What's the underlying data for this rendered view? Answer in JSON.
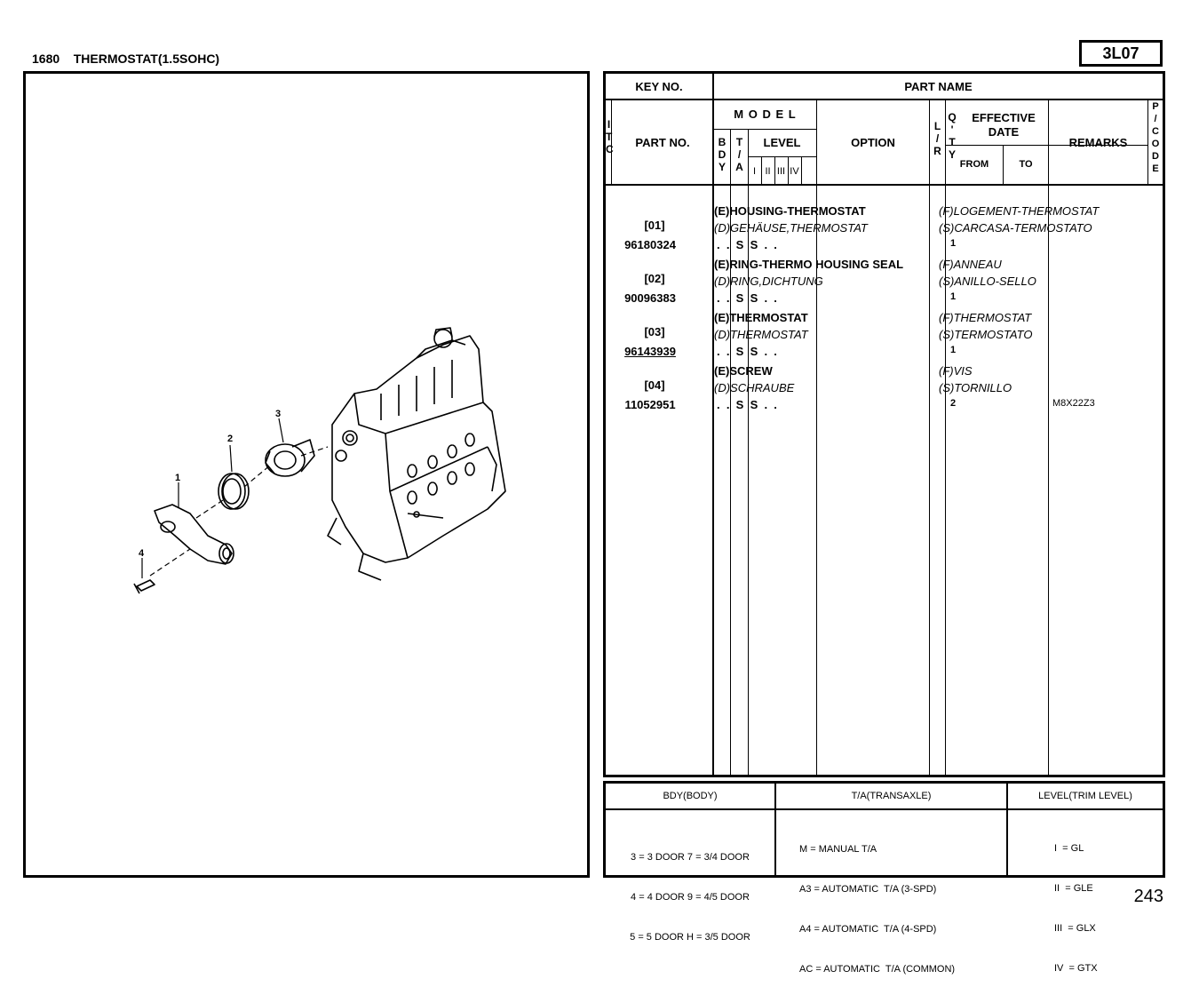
{
  "page": {
    "section_code": "1680",
    "section_title": "THERMOSTAT(1.5SOHC)",
    "group_code": "3L07",
    "page_number": "243"
  },
  "illustration": {
    "callouts": [
      "1",
      "2",
      "3",
      "4"
    ]
  },
  "table": {
    "header": {
      "key_no": "KEY NO.",
      "part_name": "PART NAME",
      "itc": [
        "I",
        "T",
        "C"
      ],
      "part_no": "PART NO.",
      "model": "M O D E L",
      "bdy": [
        "B",
        "D",
        "Y"
      ],
      "ta": [
        "T",
        "/",
        "A"
      ],
      "level": "LEVEL",
      "level_cols": [
        "I",
        "II",
        "III",
        "IV"
      ],
      "option": "OPTION",
      "lr": [
        "L",
        "/",
        "R"
      ],
      "qty": [
        "Q",
        "'",
        "T",
        "Y"
      ],
      "effective_date": "EFFECTIVE DATE",
      "from": "FROM",
      "to": "TO",
      "remarks": "REMARKS",
      "pcode": [
        "P",
        "/",
        "C",
        "O",
        "D",
        "E"
      ]
    },
    "rows": [
      {
        "key": "[01]",
        "part_no": "96180324",
        "name_e": "(E)HOUSING-THERMOSTAT",
        "name_d": "(D)GEHÄUSE,THERMOSTAT",
        "name_f": "(F)LOGEMENT-THERMOSTAT",
        "name_s": "(S)CARCASA-TERMOSTATO",
        "model_codes": ".  .  S  S  .  .",
        "qty": "1",
        "remarks": ""
      },
      {
        "key": "[02]",
        "part_no": "90096383",
        "name_e": "(E)RING-THERMO HOUSING SEAL",
        "name_d": "(D)RING,DICHTUNG",
        "name_f": "(F)ANNEAU",
        "name_s": "(S)ANILLO-SELLO",
        "model_codes": ".  .  S  S  .  .",
        "qty": "1",
        "remarks": ""
      },
      {
        "key": "[03]",
        "part_no": "96143939",
        "name_e": "(E)THERMOSTAT",
        "name_d": "(D)THERMOSTAT",
        "name_f": "(F)THERMOSTAT",
        "name_s": "(S)TERMOSTATO",
        "model_codes": ".  .  S  S  .  .",
        "qty": "1",
        "remarks": ""
      },
      {
        "key": "[04]",
        "part_no": "11052951",
        "name_e": "(E)SCREW",
        "name_d": "(D)SCHRAUBE",
        "name_f": "(F)VIS",
        "name_s": "(S)TORNILLO",
        "model_codes": ".  .  S  S  .  .",
        "qty": "2",
        "remarks": "M8X22Z3"
      }
    ]
  },
  "legend": {
    "bdy_title": "BDY(BODY)",
    "ta_title": "T/A(TRANSAXLE)",
    "level_title": "LEVEL(TRIM LEVEL)",
    "bdy_lines": [
      "3 = 3 DOOR 7 = 3/4 DOOR",
      "4 = 4 DOOR 9 = 4/5 DOOR",
      "5 = 5 DOOR H = 3/5 DOOR"
    ],
    "ta_lines": [
      "M = MANUAL T/A",
      "A3 = AUTOMATIC  T/A (3-SPD)",
      "A4 = AUTOMATIC  T/A (4-SPD)",
      "AC = AUTOMATIC  T/A (COMMON)"
    ],
    "level_lines": [
      "I  = GL",
      "II  = GLE",
      "III  = GLX",
      "IV  = GTX"
    ]
  }
}
